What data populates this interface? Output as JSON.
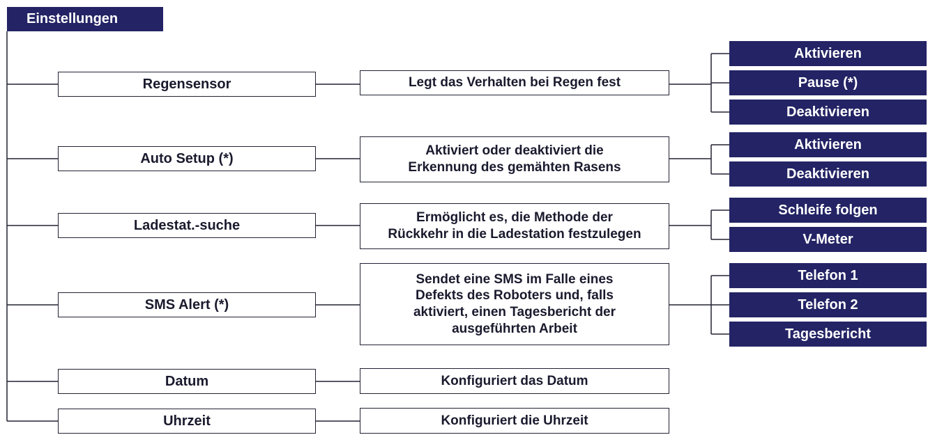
{
  "colors": {
    "navy": "#232365",
    "line": "#222233",
    "text": "#1a1a2e",
    "white": "#ffffff"
  },
  "root": {
    "label": "Einstellungen"
  },
  "settings": [
    {
      "label": "Regensensor",
      "description": [
        "Legt das Verhalten bei Regen fest"
      ],
      "options": [
        "Aktivieren",
        "Pause (*)",
        "Deaktivieren"
      ]
    },
    {
      "label": "Auto Setup (*)",
      "description": [
        "Aktiviert oder deaktiviert die",
        "Erkennung des gemähten Rasens"
      ],
      "options": [
        "Aktivieren",
        "Deaktivieren"
      ]
    },
    {
      "label": "Ladestat.-suche",
      "description": [
        "Ermöglicht es, die Methode der",
        "Rückkehr in die Ladestation festzulegen"
      ],
      "options": [
        "Schleife folgen",
        "V-Meter"
      ]
    },
    {
      "label": "SMS Alert (*)",
      "description": [
        "Sendet eine SMS im Falle eines",
        "Defekts des Roboters und, falls",
        "aktiviert, einen Tagesbericht der",
        "ausgeführten Arbeit"
      ],
      "options": [
        "Telefon 1",
        "Telefon 2",
        "Tagesbericht"
      ]
    },
    {
      "label": "Datum",
      "description": [
        "Konfiguriert das Datum"
      ],
      "options": []
    },
    {
      "label": "Uhrzeit",
      "description": [
        "Konfiguriert die Uhrzeit"
      ],
      "options": []
    }
  ]
}
